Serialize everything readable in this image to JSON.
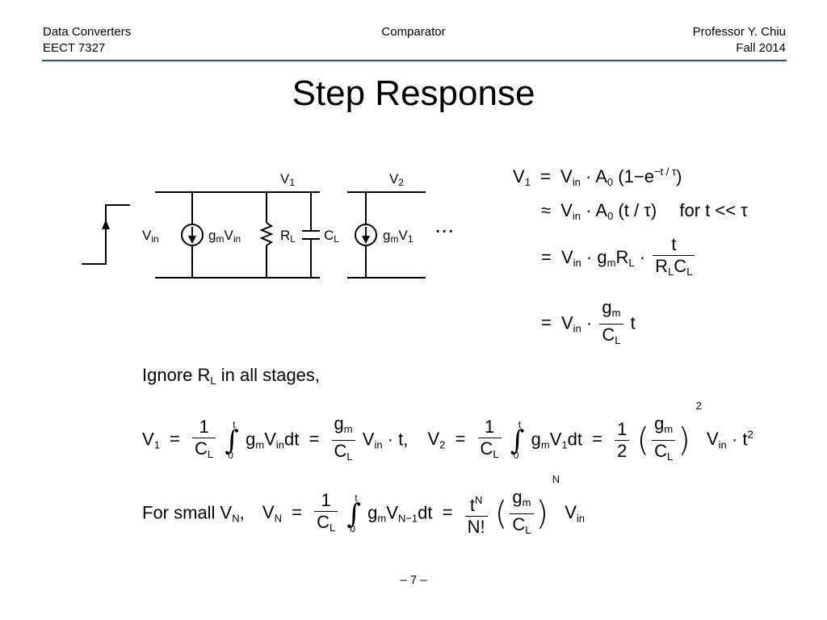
{
  "header": {
    "left_line1": "Data Converters",
    "left_line2": "EECT 7327",
    "center": "Comparator",
    "right_line1": "Professor Y. Chiu",
    "right_line2": "Fall 2014"
  },
  "title": "Step Response",
  "circuit": {
    "v1": "V",
    "v1_sub": "1",
    "v2": "V",
    "v2_sub": "2",
    "vin": "V",
    "vin_sub": "in",
    "gm_vin_g": "g",
    "gm_vin_m": "m",
    "gm_vin_v": "V",
    "gm_vin_in": "in",
    "rl": "R",
    "rl_sub": "L",
    "cl": "C",
    "cl_sub": "L",
    "gm_v1_g": "g",
    "gm_v1_m": "m",
    "gm_v1_v": "V",
    "gm_v1_1": "1",
    "ellipsis": "⋯"
  },
  "equations": {
    "e1": {
      "lhs": "V",
      "lhs_sub": "1",
      "op": "=",
      "vin": "V",
      "vin_sub": "in",
      "dot": "·",
      "a": "A",
      "a_sub": "0",
      "paren_open": "(",
      "one": "1",
      "minus": "−",
      "e": "e",
      "exp": "−t / τ",
      "paren_close": ")"
    },
    "e2": {
      "op": "≈",
      "vin": "V",
      "vin_sub": "in",
      "dot": "·",
      "a": "A",
      "a_sub": "0",
      "body": "(t / τ)",
      "cond": "for  t << τ"
    },
    "e3": {
      "op": "=",
      "vin": "V",
      "vin_sub": "in",
      "dot": "·",
      "g": "g",
      "g_sub": "m",
      "r": "R",
      "r_sub": "L",
      "dot2": "·",
      "num": "t",
      "den_r": "R",
      "den_r_sub": "L",
      "den_c": "C",
      "den_c_sub": "L"
    },
    "e4": {
      "op": "=",
      "vin": "V",
      "vin_sub": "in",
      "dot": "·",
      "num_g": "g",
      "num_g_sub": "m",
      "den_c": "C",
      "den_c_sub": "L",
      "t": "t"
    }
  },
  "ignore_text": {
    "pre": "Ignore R",
    "sub": "L",
    "post": " in all stages,"
  },
  "row1": {
    "v1": "V",
    "v1_sub": "1",
    "eq": "=",
    "one": "1",
    "c": "C",
    "c_sub": "L",
    "int_up": "t",
    "int_lo": "0",
    "gm": "g",
    "gm_sub": "m",
    "vin": "V",
    "vin_sub": "in",
    "dt": "dt",
    "eq2": "=",
    "fg": "g",
    "fg_sub": "m",
    "fc": "C",
    "fc_sub": "L",
    "vin2": "V",
    "vin2_sub": "in",
    "tail": "· t,",
    "v2": "V",
    "v2_sub": "2",
    "eq3": "=",
    "one2": "1",
    "c2": "C",
    "c2_sub": "L",
    "int2_up": "t",
    "int2_lo": "0",
    "gm2": "g",
    "gm2_sub": "m",
    "v1b": "V",
    "v1b_sub": "1",
    "dt2": "dt",
    "eq4": "=",
    "half_n": "1",
    "half_d": "2",
    "pg": "g",
    "pg_sub": "m",
    "pc": "C",
    "pc_sub": "L",
    "pexp": "2",
    "vin3": "V",
    "vin3_sub": "in",
    "tail2": "· t",
    "tail2_sup": "2"
  },
  "row2": {
    "pre": "For small V",
    "pre_sub": "N",
    "comma": ",",
    "vn": "V",
    "vn_sub": "N",
    "eq": "=",
    "one": "1",
    "c": "C",
    "c_sub": "L",
    "int_up": "t",
    "int_lo": "0",
    "gm": "g",
    "gm_sub": "m",
    "vnm": "V",
    "vnm_sub": "N−1",
    "dt": "dt",
    "eq2": "=",
    "tn": "t",
    "tn_sup": "N",
    "nf": "N!",
    "pg": "g",
    "pg_sub": "m",
    "pc": "C",
    "pc_sub": "L",
    "pexp": "N",
    "vin": "V",
    "vin_sub": "in"
  },
  "footer": "– 7 –"
}
